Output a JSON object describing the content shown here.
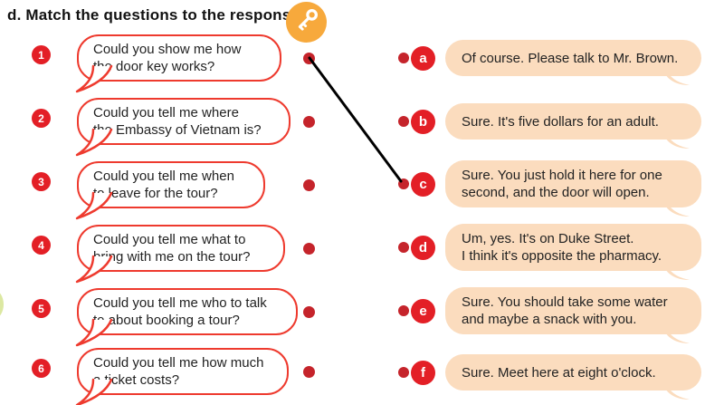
{
  "title": "d. Match the questions to the responses.",
  "key_icon": "key-icon",
  "colors": {
    "badge_red": "#e31f26",
    "bubble_border_red": "#ee3a2e",
    "connector_dot_red": "#c5242b",
    "response_peach": "#fbdcbe",
    "key_circle_orange": "#f7a93c",
    "text": "#222222",
    "match_line": "#000000",
    "page_edge_green": "#dce8a2"
  },
  "questions": [
    {
      "num": "1",
      "line1": "Could you show me how",
      "line2": "the door key works?"
    },
    {
      "num": "2",
      "line1": "Could you tell me where",
      "line2": "the Embassy of Vietnam is?"
    },
    {
      "num": "3",
      "line1": "Could you tell me when",
      "line2": "to leave for the tour?"
    },
    {
      "num": "4",
      "line1": "Could you tell me what to",
      "line2": "bring with me on the tour?"
    },
    {
      "num": "5",
      "line1": "Could you tell me who to talk",
      "line2": "to about booking a tour?"
    },
    {
      "num": "6",
      "line1": "Could you tell me how much",
      "line2": "a ticket costs?"
    }
  ],
  "responses": [
    {
      "letter": "a",
      "line1": "Of course. Please talk to Mr. Brown.",
      "line2": ""
    },
    {
      "letter": "b",
      "line1": "Sure. It's five dollars for an adult.",
      "line2": ""
    },
    {
      "letter": "c",
      "line1": "Sure. You just hold it here for one",
      "line2": "second, and the door will open."
    },
    {
      "letter": "d",
      "line1": "Um, yes. It's on Duke Street.",
      "line2": "I think it's opposite the pharmacy."
    },
    {
      "letter": "e",
      "line1": "Sure. You should take some water",
      "line2": "and maybe a snack with you."
    },
    {
      "letter": "f",
      "line1": "Sure. Meet here at eight o'clock.",
      "line2": ""
    }
  ],
  "match_line": {
    "from_question": "1",
    "to_response": "c",
    "x1": "342",
    "y1": "64",
    "x2": "443",
    "y2": "200"
  }
}
